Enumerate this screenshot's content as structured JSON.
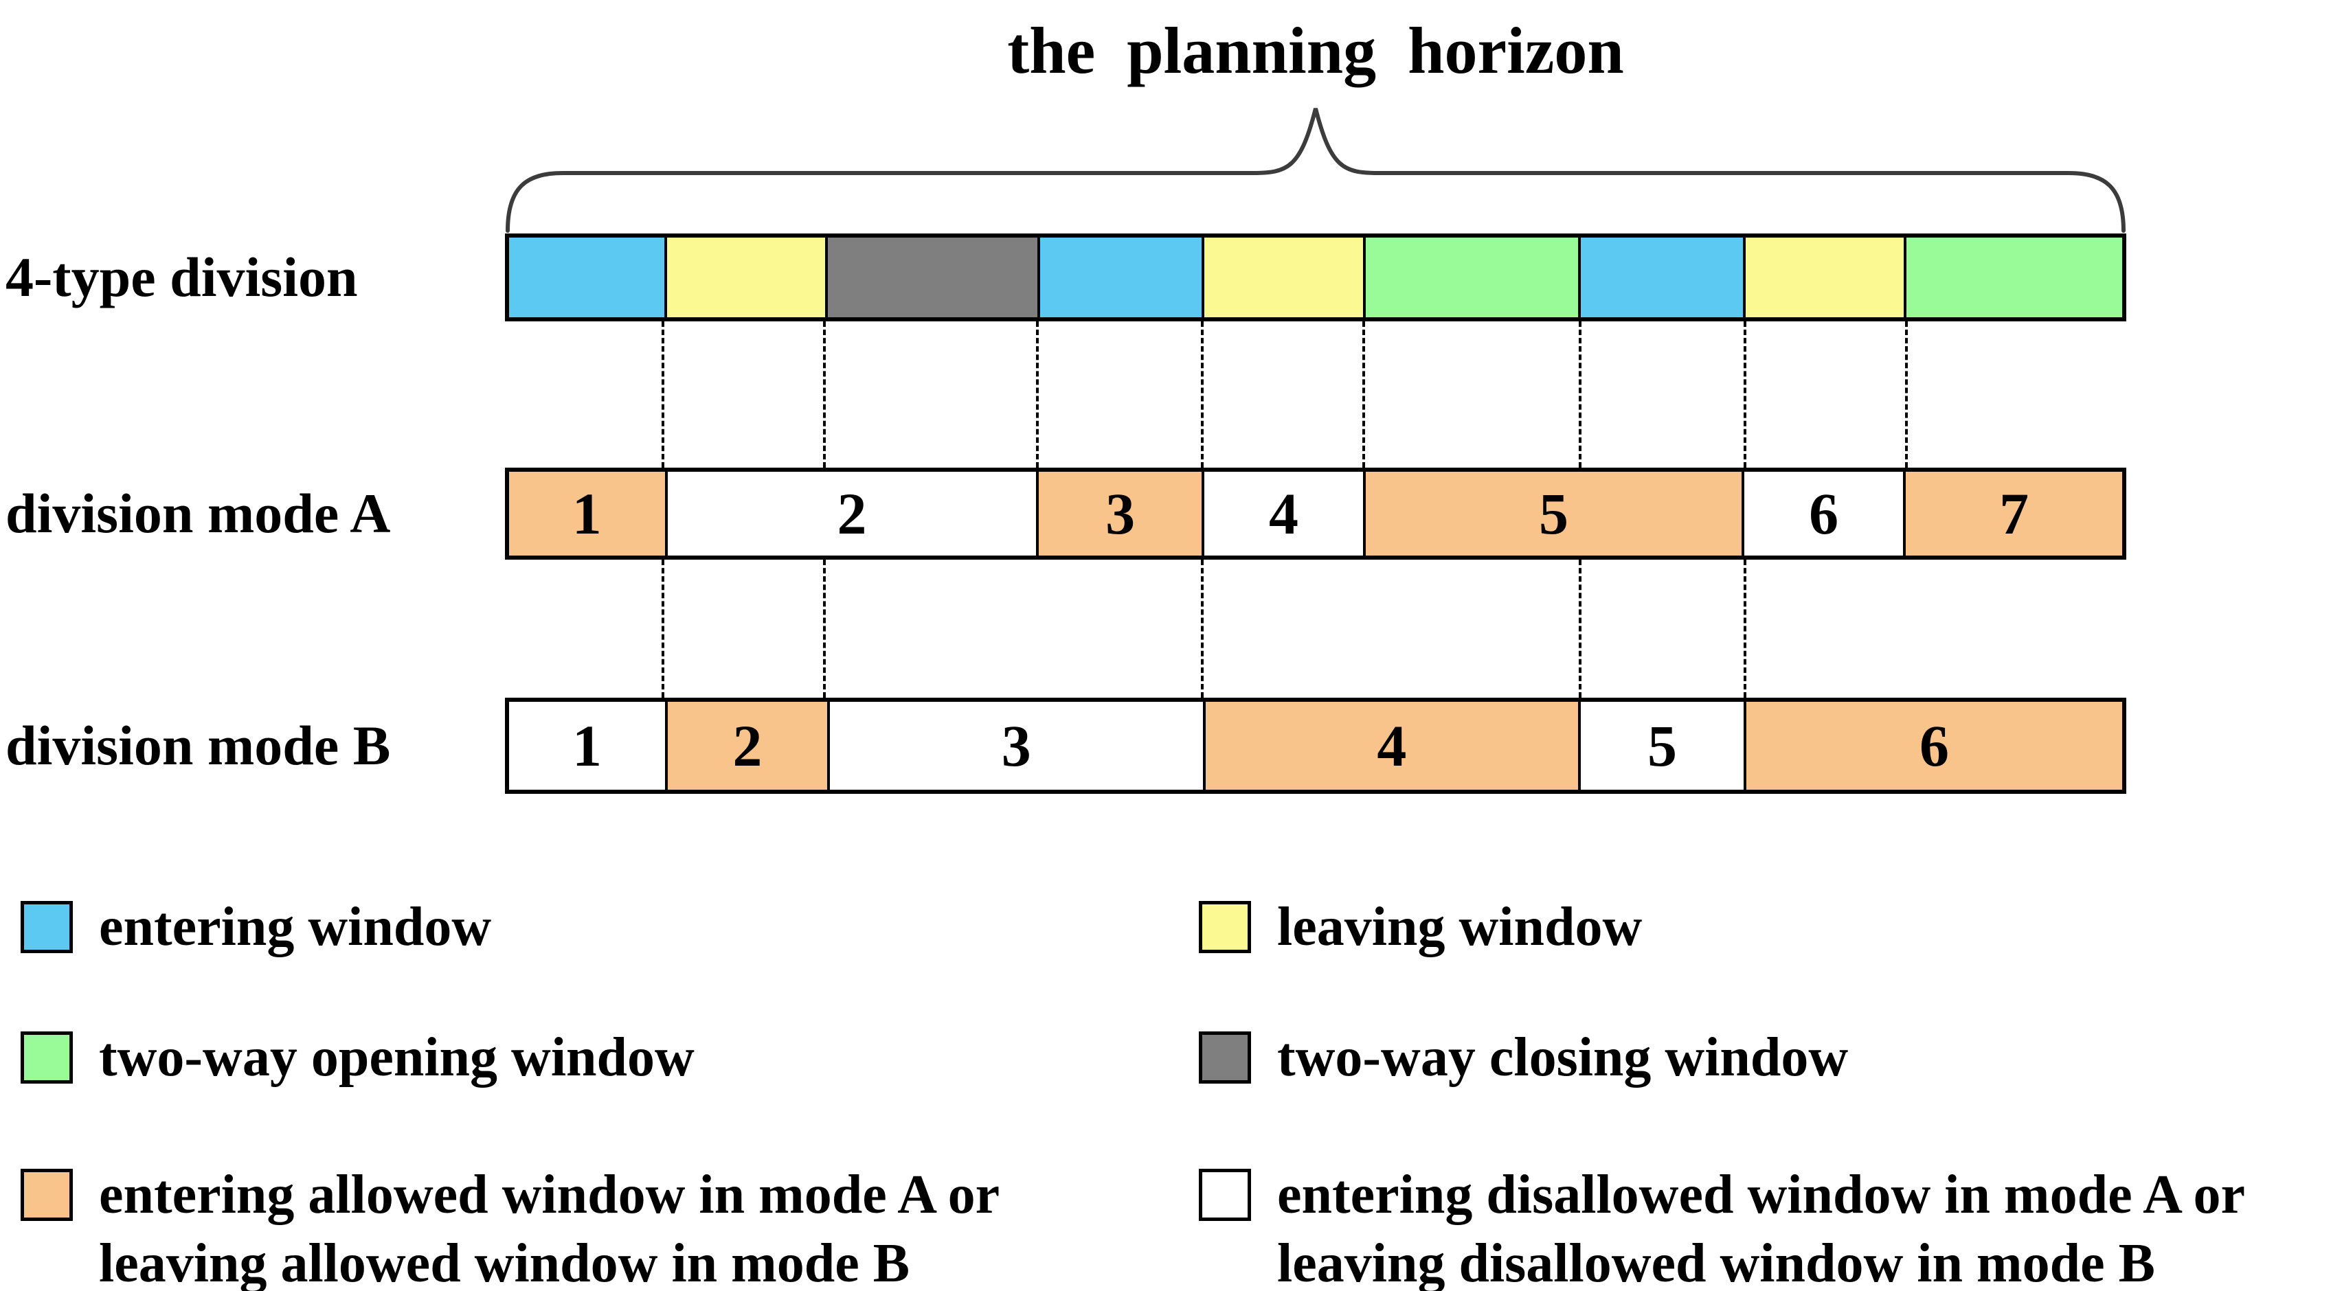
{
  "title": "the planning horizon",
  "colors": {
    "entering": "#5BC9F2",
    "leaving": "#FBF992",
    "two_way_opening": "#98FB98",
    "two_way_closing": "#7F7F7F",
    "allowed": "#F9C48C",
    "disallowed": "#FFFFFF"
  },
  "bands": {
    "four_type": {
      "label": "4-type division",
      "segments": [
        {
          "color_key": "entering",
          "width_pct": 9.75
        },
        {
          "color_key": "leaving",
          "width_pct": 9.96
        },
        {
          "color_key": "two_way_closing",
          "width_pct": 13.14
        },
        {
          "color_key": "entering",
          "width_pct": 10.17
        },
        {
          "color_key": "leaving",
          "width_pct": 9.96
        },
        {
          "color_key": "two_way_opening",
          "width_pct": 13.35
        },
        {
          "color_key": "entering",
          "width_pct": 10.17
        },
        {
          "color_key": "leaving",
          "width_pct": 9.96
        },
        {
          "color_key": "two_way_opening",
          "width_pct": 13.54
        }
      ]
    },
    "mode_a": {
      "label": "division mode A",
      "segments": [
        {
          "number": "1",
          "color_key": "allowed",
          "width_pct": 9.75
        },
        {
          "number": "2",
          "color_key": "disallowed",
          "width_pct": 23.1
        },
        {
          "number": "3",
          "color_key": "allowed",
          "width_pct": 10.17
        },
        {
          "number": "4",
          "color_key": "disallowed",
          "width_pct": 9.96
        },
        {
          "number": "5",
          "color_key": "allowed",
          "width_pct": 23.52
        },
        {
          "number": "6",
          "color_key": "disallowed",
          "width_pct": 9.96
        },
        {
          "number": "7",
          "color_key": "allowed",
          "width_pct": 13.54
        }
      ]
    },
    "mode_b": {
      "label": "division mode B",
      "segments": [
        {
          "number": "1",
          "color_key": "disallowed",
          "width_pct": 9.75
        },
        {
          "number": "2",
          "color_key": "allowed",
          "width_pct": 9.96
        },
        {
          "number": "3",
          "color_key": "disallowed",
          "width_pct": 23.31
        },
        {
          "number": "4",
          "color_key": "allowed",
          "width_pct": 23.31
        },
        {
          "number": "5",
          "color_key": "disallowed",
          "width_pct": 10.17
        },
        {
          "number": "6",
          "color_key": "allowed",
          "width_pct": 23.5
        }
      ]
    }
  },
  "dashed_lines": {
    "between_four_type_and_mode_a_pcts": [
      9.75,
      19.71,
      32.85,
      43.02,
      52.98,
      66.33,
      76.5,
      86.46
    ],
    "between_mode_a_and_mode_b_pcts": [
      9.75,
      19.71,
      43.02,
      66.33,
      76.5
    ]
  },
  "legend": [
    {
      "color_key": "entering",
      "lines": [
        "entering window"
      ]
    },
    {
      "color_key": "leaving",
      "lines": [
        "leaving window"
      ]
    },
    {
      "color_key": "two_way_opening",
      "lines": [
        "two-way opening window"
      ]
    },
    {
      "color_key": "two_way_closing",
      "lines": [
        "two-way closing window"
      ]
    },
    {
      "color_key": "allowed",
      "lines": [
        "entering allowed window in mode A or",
        "leaving allowed window in mode B"
      ]
    },
    {
      "color_key": "disallowed",
      "lines": [
        "entering disallowed window in mode A or",
        "leaving disallowed window in mode B"
      ]
    }
  ]
}
